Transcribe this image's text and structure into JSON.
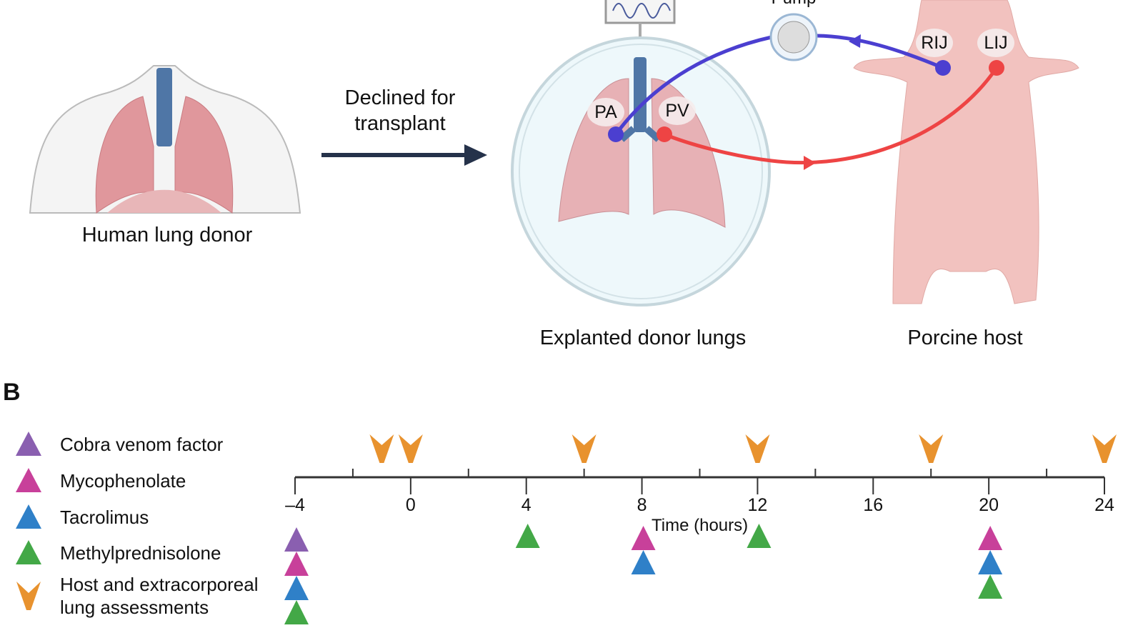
{
  "panel_a": {
    "human_donor_label": "Human lung donor",
    "arrow_label_line1": "Declined for",
    "arrow_label_line2": "transplant",
    "explanted_label": "Explanted donor lungs",
    "host_label": "Porcine host",
    "pump_label": "Pump",
    "sites": {
      "pa": "PA",
      "pv": "PV",
      "rij": "RIJ",
      "lij": "LIJ"
    },
    "colors": {
      "venous": "#4b3fd0",
      "arterial": "#ee4444",
      "lung": "#e3a3a8",
      "pig": "#f2c2bf",
      "trachea": "#4f76a6",
      "arrow": "#25324a"
    }
  },
  "panel_b": {
    "label": "B",
    "legend": [
      {
        "key": "cvf",
        "label": "Cobra venom factor",
        "color": "#8a5fb0",
        "shape": "triangle-up"
      },
      {
        "key": "myco",
        "label": "Mycophenolate",
        "color": "#c8409a",
        "shape": "triangle-up"
      },
      {
        "key": "tacro",
        "label": "Tacrolimus",
        "color": "#2f80c8",
        "shape": "triangle-up"
      },
      {
        "key": "methyl",
        "label": "Methylprednisolone",
        "color": "#43a847",
        "shape": "triangle-up"
      },
      {
        "key": "assess",
        "label": "Host and extracorporeal",
        "label2": "lung assessments",
        "color": "#e8922e",
        "shape": "chevron-down"
      }
    ],
    "axis": {
      "xlabel": "Time (hours)",
      "range": [
        -4,
        24
      ],
      "major_ticks": [
        "–4",
        "0",
        "4",
        "8",
        "12",
        "16",
        "20",
        "24"
      ],
      "major_values": [
        -4,
        0,
        4,
        8,
        12,
        16,
        20,
        24
      ],
      "minor_values": [
        -2,
        2,
        6,
        10,
        14,
        18,
        22
      ]
    },
    "assessments_hours": [
      -1,
      0,
      6,
      12,
      18,
      24
    ],
    "doses": [
      {
        "hour": -4,
        "drugs": [
          "cvf",
          "myco",
          "tacro",
          "methyl"
        ]
      },
      {
        "hour": 4,
        "drugs": [
          "methyl"
        ]
      },
      {
        "hour": 8,
        "drugs": [
          "myco",
          "tacro"
        ]
      },
      {
        "hour": 12,
        "drugs": [
          "methyl"
        ]
      },
      {
        "hour": 20,
        "drugs": [
          "myco",
          "tacro",
          "methyl"
        ]
      }
    ]
  }
}
